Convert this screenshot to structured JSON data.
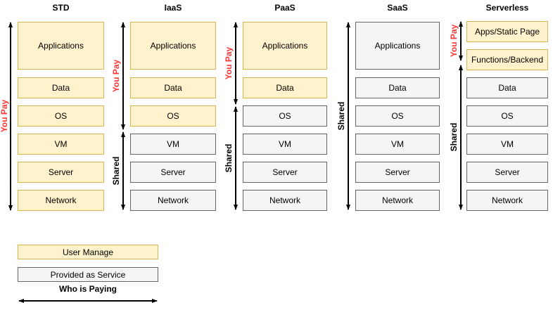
{
  "columns": [
    {
      "title": "STD",
      "boxes": [
        {
          "label": "Applications",
          "style": "user"
        },
        {
          "label": "Data",
          "style": "user"
        },
        {
          "label": "OS",
          "style": "user"
        },
        {
          "label": "VM",
          "style": "user"
        },
        {
          "label": "Server",
          "style": "user"
        },
        {
          "label": "Network",
          "style": "user"
        }
      ],
      "segments": [
        {
          "label": "You Pay",
          "type": "pay"
        }
      ]
    },
    {
      "title": "IaaS",
      "boxes": [
        {
          "label": "Applications",
          "style": "user"
        },
        {
          "label": "Data",
          "style": "user"
        },
        {
          "label": "OS",
          "style": "user"
        },
        {
          "label": "VM",
          "style": "service"
        },
        {
          "label": "Server",
          "style": "service"
        },
        {
          "label": "Network",
          "style": "service"
        }
      ],
      "segments": [
        {
          "label": "You Pay",
          "type": "pay"
        },
        {
          "label": "Shared",
          "type": "shared"
        }
      ]
    },
    {
      "title": "PaaS",
      "boxes": [
        {
          "label": "Applications",
          "style": "user"
        },
        {
          "label": "Data",
          "style": "user"
        },
        {
          "label": "OS",
          "style": "service"
        },
        {
          "label": "VM",
          "style": "service"
        },
        {
          "label": "Server",
          "style": "service"
        },
        {
          "label": "Network",
          "style": "service"
        }
      ],
      "segments": [
        {
          "label": "You Pay",
          "type": "pay"
        },
        {
          "label": "Shared",
          "type": "shared"
        }
      ]
    },
    {
      "title": "SaaS",
      "boxes": [
        {
          "label": "Applications",
          "style": "service"
        },
        {
          "label": "Data",
          "style": "service"
        },
        {
          "label": "OS",
          "style": "service"
        },
        {
          "label": "VM",
          "style": "service"
        },
        {
          "label": "Server",
          "style": "service"
        },
        {
          "label": "Network",
          "style": "service"
        }
      ],
      "segments": [
        {
          "label": "Shared",
          "type": "shared"
        }
      ]
    },
    {
      "title": "Serverless",
      "boxes": [
        {
          "label": "Apps/Static Page",
          "style": "user"
        },
        {
          "label": "Functions/Backend",
          "style": "user"
        },
        {
          "label": "Data",
          "style": "service"
        },
        {
          "label": "OS",
          "style": "service"
        },
        {
          "label": "VM",
          "style": "service"
        },
        {
          "label": "Server",
          "style": "service"
        },
        {
          "label": "Network",
          "style": "service"
        }
      ],
      "segments": [
        {
          "label": "You Pay",
          "type": "pay"
        },
        {
          "label": "Shared",
          "type": "shared"
        }
      ]
    }
  ],
  "legend": {
    "user_manage_label": "User Manage",
    "provided_as_service_label": "Provided as Service",
    "who_is_paying_label": "Who is Paying"
  },
  "colors": {
    "user_manage_fill": "#FFF2CC",
    "user_manage_border": "#D6B656",
    "service_fill": "#F5F5F5",
    "service_border": "#666666",
    "you_pay_text": "#FF3333",
    "shared_text": "#000000",
    "arrow_color": "#000000"
  }
}
